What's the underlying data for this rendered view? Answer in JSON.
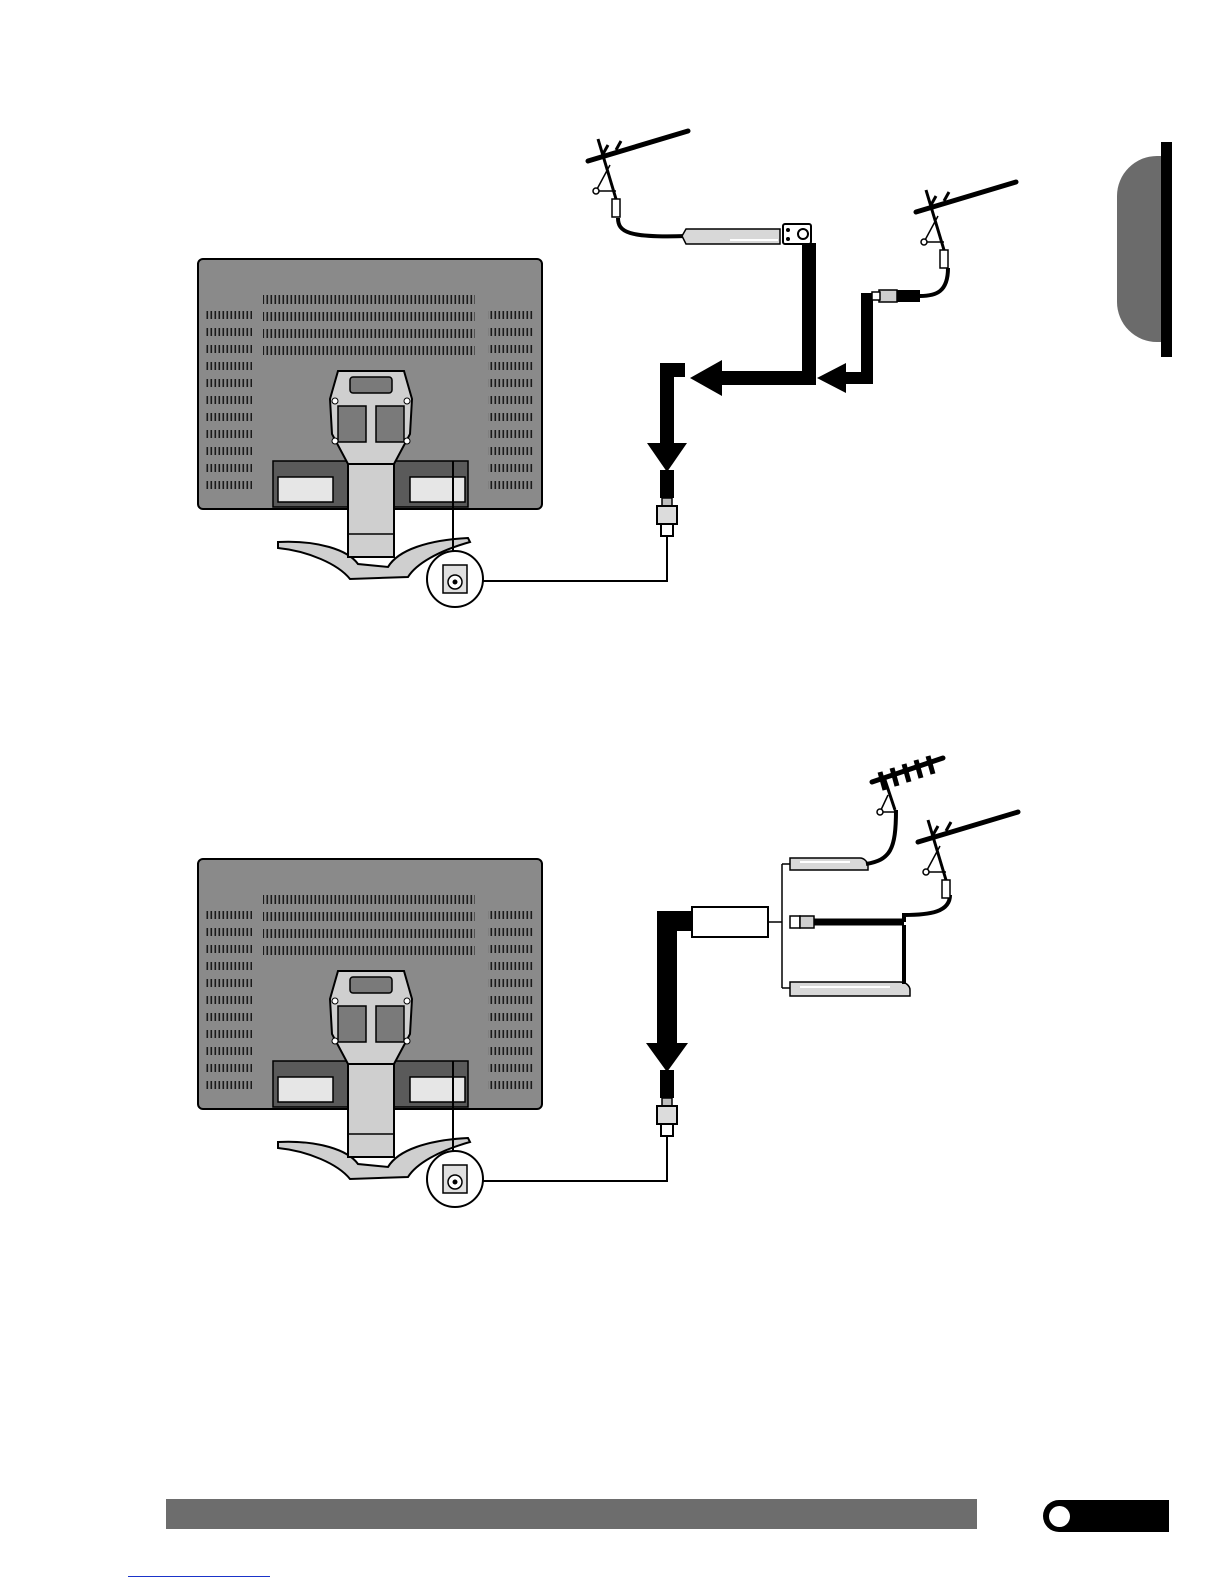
{
  "document": {
    "side_tab_label": "",
    "page_number": "",
    "footer_text": "",
    "colors": {
      "tv_body": "#8a8a8a",
      "stand": "#cfcfcf",
      "ink": "#000000",
      "footer_bar": "#6d6d6d",
      "side_tab": "#6b6b6b"
    }
  },
  "diagrams": [
    {
      "name": "separate-vhf-uhf-antennas",
      "antennas": 2,
      "adapter": "flat-lead-adapter"
    },
    {
      "name": "combined-antenna-splitter",
      "antennas": 2,
      "adapter": "combiner-box"
    }
  ]
}
